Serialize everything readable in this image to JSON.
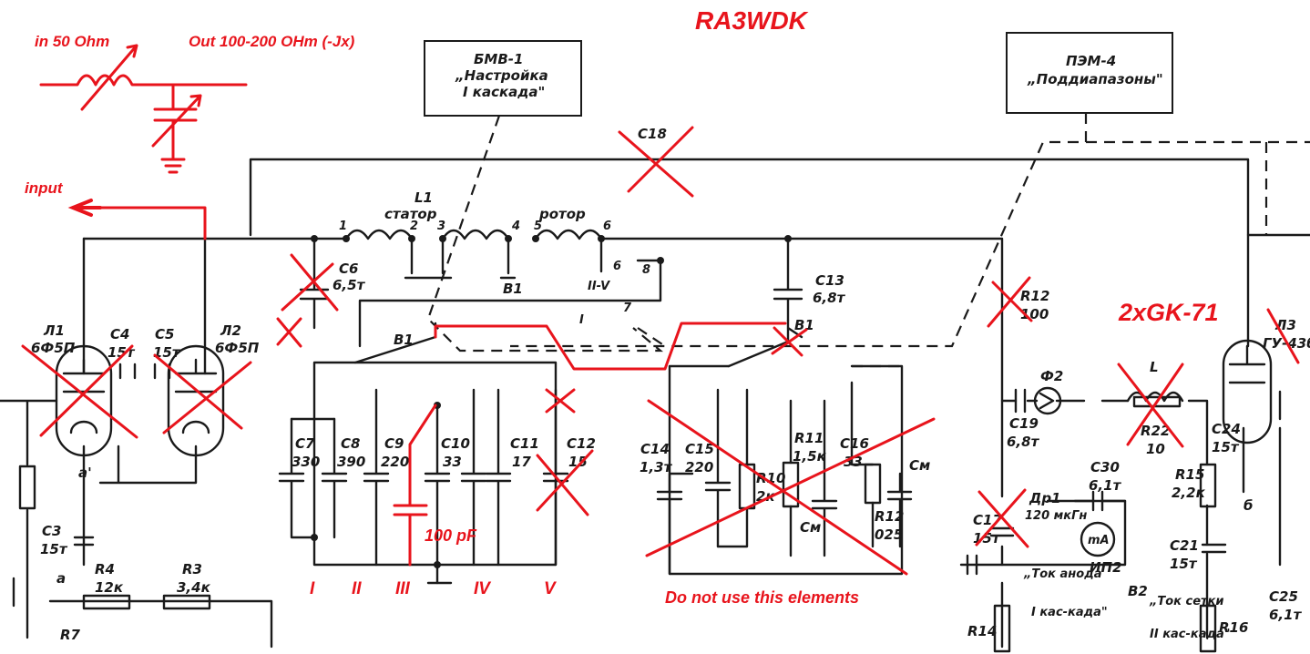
{
  "title": "RA3WDK",
  "annotations": {
    "input_impedance": "in 50 Ohm",
    "output_impedance": "Out 100-200 OHm (-Jx)",
    "input": "input",
    "tubes": "2xGK-71",
    "cap_100pf": "100 pF",
    "do_not_use": "Do not use this elements",
    "bands": [
      "I",
      "II",
      "III",
      "IV",
      "V"
    ]
  },
  "boxes": {
    "bms": {
      "line1": "БМВ-1",
      "line2": "„Настройка",
      "line3": "I каскада\""
    },
    "pem": {
      "line1": "ПЭМ-4",
      "line2": "„Поддиапазоны\""
    }
  },
  "labels": {
    "L1": "L1",
    "stator": "статор",
    "rotor": "ротор",
    "C18": "C18",
    "C6": "C6",
    "C6v": "6,5т",
    "C13": "C13",
    "C13v": "6,8т",
    "R12": "R12",
    "R12v": "100",
    "L1tube": "Л1",
    "L1tubev": "6Ф5П",
    "L2tube": "Л2",
    "L2tubev": "6Ф5П",
    "C4": "C4",
    "C4v": "15т",
    "C5": "C5",
    "C5v": "15т",
    "C7": "C7",
    "C7v": "330",
    "C8": "C8",
    "C8v": "390",
    "C9": "C9",
    "C9v": "220",
    "C10": "C10",
    "C10v": "33",
    "C11": "C11",
    "C11v": "17",
    "C12": "C12",
    "C12v": "15",
    "C14": "C14",
    "C14v": "1,3т",
    "C15": "C15",
    "C15v": "220",
    "R10": "R10",
    "R10v": "2к",
    "R11": "R11",
    "R11v": "1,5к",
    "C16": "C16",
    "C16v": "33",
    "R12b": "R12",
    "R12bv": "025",
    "Cm": "Cм",
    "B1": "В1",
    "F2": "Ф2",
    "C19": "C19",
    "C19v": "6,8т",
    "L": "L",
    "R22": "R22",
    "R22v": "10",
    "L3": "Л3",
    "L3v": "ГУ-43б",
    "C24": "C24",
    "C24v": "15т",
    "R15": "R15",
    "R15v": "2,2к",
    "C21": "C21",
    "C21v": "15т",
    "C25": "C25",
    "C25v": "6,1т",
    "C30": "C30",
    "C30v": "6,1т",
    "C17": "C17",
    "C17v": "15т",
    "Dr1": "Др1",
    "Dr1v": "120 мкГн",
    "mA": "mA",
    "IP2": "ИП2",
    "B2": "В2",
    "tok_anoda": "„Ток анода",
    "kaskada1": "I кас-када\"",
    "tok_setki": "„Ток сетки",
    "kaskada2": "II кас-када\"",
    "R14": "R14",
    "R16": "R16",
    "C3": "C3",
    "C3v": "15т",
    "R4": "R4",
    "R4v": "12к",
    "R3": "R3",
    "R3v": "3,4к",
    "R7": "R7",
    "a": "а",
    "a2": "а'",
    "b": "б",
    "sw2": "II-V",
    "sw1": "I",
    "n1": "1",
    "n2": "2",
    "n3": "3",
    "n4": "4",
    "n5": "5",
    "n6": "6",
    "n7": "7",
    "n8": "8"
  }
}
